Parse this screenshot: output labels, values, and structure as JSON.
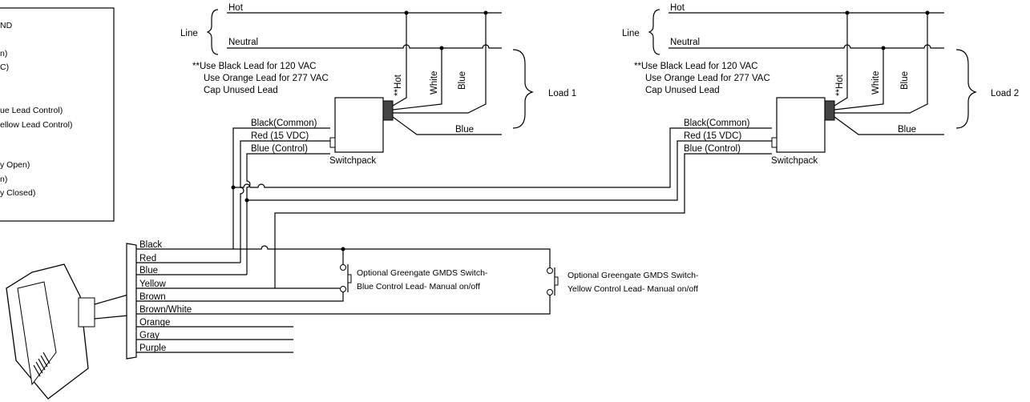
{
  "legend_box": {
    "lines": [
      "ND",
      "",
      "n)",
      "C)",
      "",
      "",
      "ue Lead Control)",
      "ellow Lead Control)",
      "",
      "",
      "y Open)",
      "n)",
      "y Closed)"
    ]
  },
  "circuit1": {
    "line_label": "Line",
    "hot_label": "Hot",
    "neutral_label": "Neutral",
    "note_lines": [
      "**Use Black Lead for 120 VAC",
      "Use Orange Lead for 277 VAC",
      "Cap Unused Lead"
    ],
    "lead_hot": "**Hot",
    "lead_white": "White",
    "lead_blue": "Blue",
    "load_blue_label": "Blue",
    "load_label": "Load 1",
    "switchpack_label": "Switchpack",
    "common_label": "Black(Common)",
    "red_label": "Red (15 VDC)",
    "control_label": "Blue (Control)"
  },
  "circuit2": {
    "line_label": "Line",
    "hot_label": "Hot",
    "neutral_label": "Neutral",
    "note_lines": [
      "**Use Black Lead for 120 VAC",
      "Use Orange Lead for 277 VAC",
      "Cap Unused Lead"
    ],
    "lead_hot": "**Hot",
    "lead_white": "White",
    "lead_blue": "Blue",
    "load_blue_label": "Blue",
    "load_label": "Load 2",
    "switchpack_label": "Switchpack",
    "common_label": "Black(Common)",
    "red_label": "Red (15 VDC)",
    "control_label": "Blue (Control)"
  },
  "sensor_leads": [
    "Black",
    "Red",
    "Blue",
    "Yellow",
    "Brown",
    "Brown/White",
    "Orange",
    "Gray",
    "Purple"
  ],
  "switch1": {
    "line1": "Optional Greengate GMDS Switch-",
    "line2": "Blue Control Lead- Manual on/off"
  },
  "switch2": {
    "line1": "Optional Greengate GMDS Switch-",
    "line2": "Yellow Control Lead- Manual on/off"
  }
}
